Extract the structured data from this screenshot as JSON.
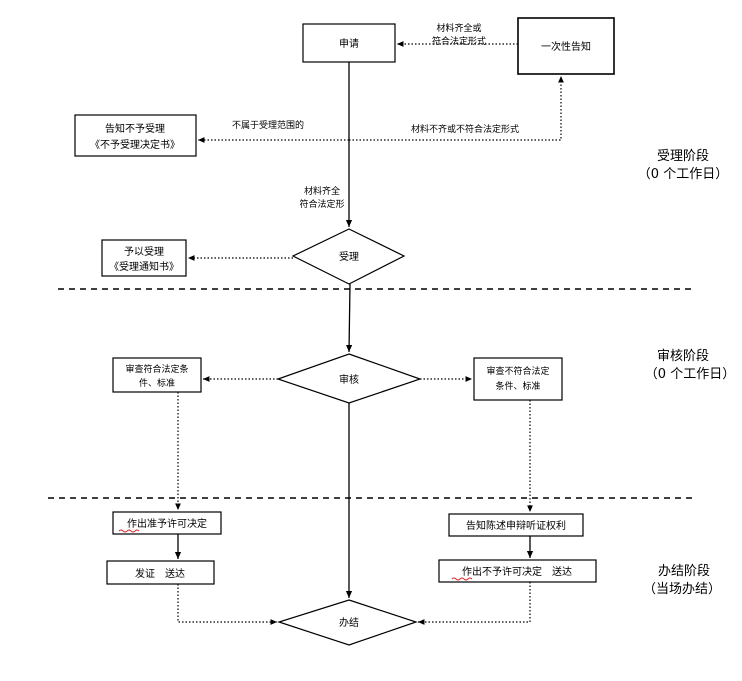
{
  "nodes": {
    "apply": "申请",
    "notify_once": "一次性告知",
    "reject_line1": "告知不予受理",
    "reject_line2": "《不予受理决定书》",
    "accept_diamond": "受理",
    "accept_notice_line1": "予以受理",
    "accept_notice_line2": "《受理通知书》",
    "review_diamond": "审核",
    "meets_line1": "审查符合法定条",
    "meets_line2": "件、标准",
    "not_meets_line1": "审查不符合法定",
    "not_meets_line2": "条件、标准",
    "grant_decision": "作出准予许可决定",
    "inform_rights": "告知陈述申辩听证权利",
    "issue_cert": "发证　送达",
    "deny_decision": "作出不予许可决定　送达",
    "finish_diamond": "办结"
  },
  "edge_labels": {
    "incomplete_top_line1": "材料齐全或",
    "incomplete_top_line2": "符合法定形式",
    "out_of_scope": "不属于受理范围的",
    "incomplete_left": "材料不齐或不符合法定形式",
    "complete_line1": "材料齐全",
    "complete_line2": "符合法定形"
  },
  "stages": {
    "accept_title": "受理阶段",
    "accept_days": "（0 个工作日）",
    "review_title": "审核阶段",
    "review_days": "（0 个工作日）",
    "finish_title": "办结阶段",
    "finish_days": "（当场办结）"
  }
}
